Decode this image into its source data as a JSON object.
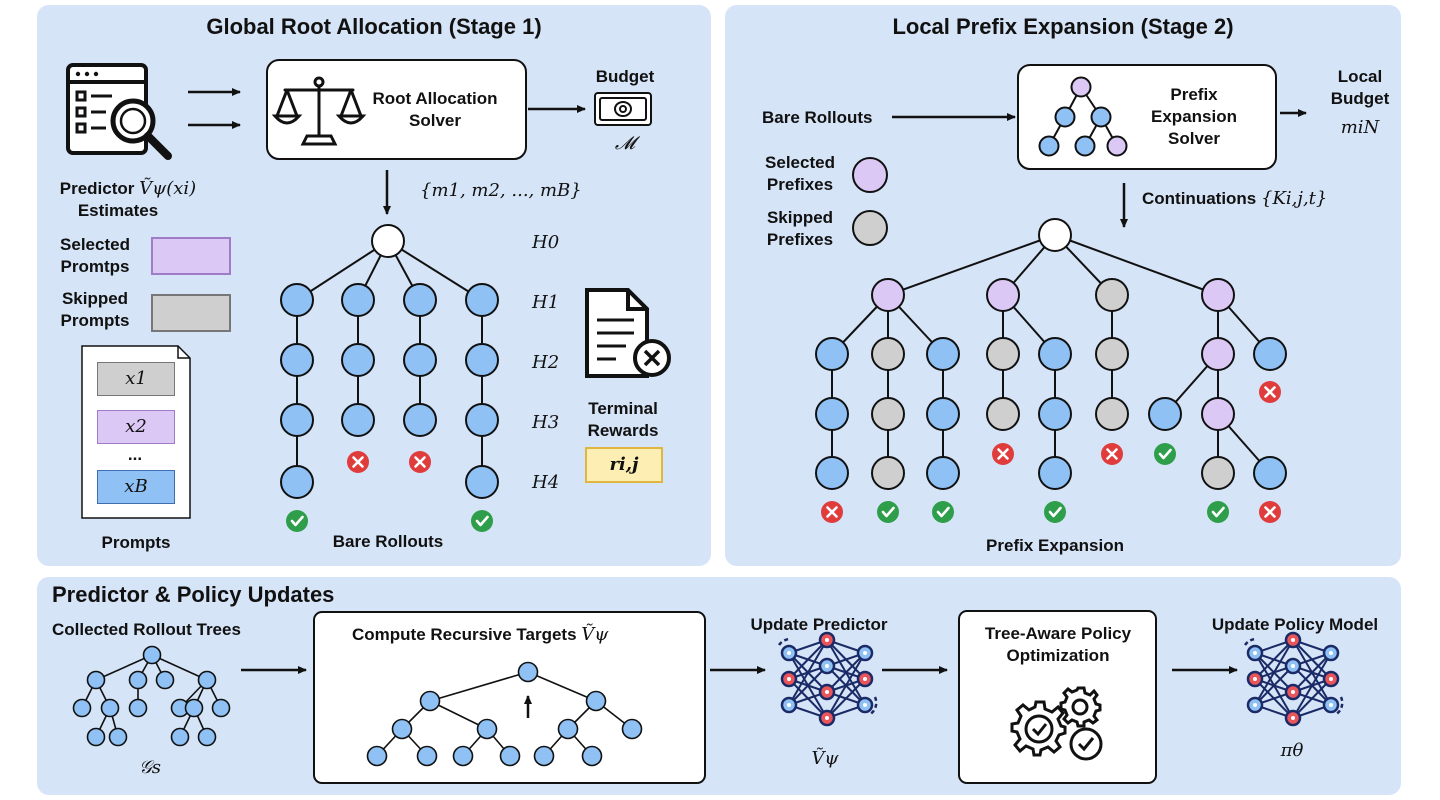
{
  "stage1": {
    "title": "Global Root Allocation (Stage 1)",
    "predictor_label": "Predictor",
    "predictor_math": "Ṽψ(xi)",
    "estimates_label": "Estimates",
    "selected_label": "Selected Promtps",
    "skipped_label": "Skipped Prompts",
    "prompts": [
      "x1",
      "x2",
      "...",
      "xB"
    ],
    "prompts_caption": "Prompts",
    "solver_label": "Root Allocation Solver",
    "budget_label": "Budget",
    "budget_math": "𝓜",
    "allocation_math": "{m1, m2, ..., mB}",
    "depth_labels": [
      "H0",
      "H1",
      "H2",
      "H3",
      "H4"
    ],
    "terminal_label": "Terminal Rewards",
    "reward_math": "ri,j",
    "rollouts_caption": "Bare Rollouts"
  },
  "stage2": {
    "title": "Local Prefix Expansion (Stage 2)",
    "bare_rollouts_label": "Bare Rollouts",
    "selected_label": "Selected Prefixes",
    "skipped_label": "Skipped Prefixes",
    "solver_label": "Prefix Expansion Solver",
    "local_budget_label": "Local Budget",
    "local_budget_math": "miN",
    "continuations_label": "Continuations",
    "continuations_math": "{Ki,j,t}",
    "expansion_caption": "Prefix Expansion"
  },
  "updates": {
    "title": "Predictor & Policy Updates",
    "collected_label": "Collected Rollout Trees",
    "collected_math": "𝒢s",
    "compute_label": "Compute Recursive Targets",
    "compute_math": "Ṽψ",
    "update_predictor_label": "Update Predictor",
    "predictor_math": "Ṽψ",
    "tree_aware_label": "Tree-Aware Policy Optimization",
    "update_policy_label": "Update Policy Model",
    "policy_math": "πθ"
  },
  "colors": {
    "panel": "#d6e4f7",
    "node_blue": "#8fc1f5",
    "node_purple": "#dcc8f5",
    "node_gray": "#cfcfcf",
    "success": "#2e9e4b",
    "failure": "#e03c3c",
    "reward_box": "#fdeeb4"
  },
  "icons": [
    "search-document-icon",
    "balance-scale-icon",
    "banknote-icon",
    "reward-document-icon",
    "neural-network-icon",
    "gears-check-icon"
  ]
}
